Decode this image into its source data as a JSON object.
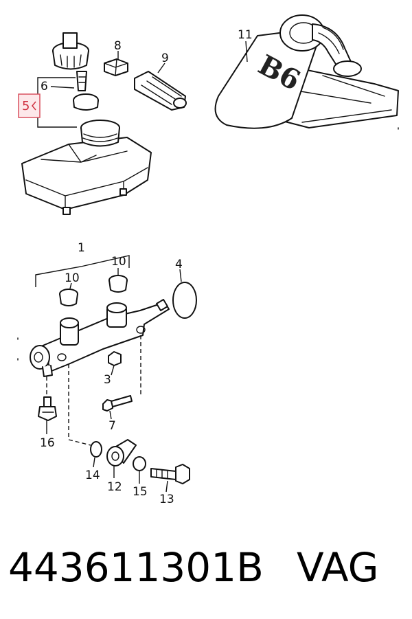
{
  "callouts": {
    "c1": "1",
    "c3": "3",
    "c4": "4",
    "c5": "5",
    "c6": "6",
    "c7": "7",
    "c8": "8",
    "c9": "9",
    "c10a": "10",
    "c10b": "10",
    "c11": "11",
    "c12": "12",
    "c13": "13",
    "c14": "14",
    "c15": "15",
    "c16": "16"
  },
  "highlight": {
    "label": "5",
    "color": "#d9505f"
  },
  "bottle_mark": "B6",
  "footer": {
    "part_number": "443611301B",
    "brand": "VAG"
  }
}
